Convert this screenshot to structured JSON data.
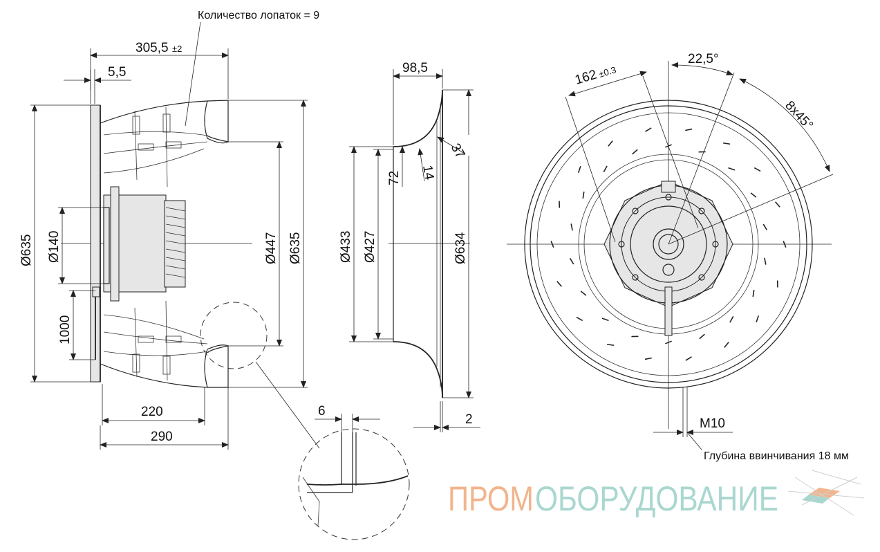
{
  "labels": {
    "blade_count": "Количество лопаток = 9",
    "screw_depth": "Глубина ввинчивания 18 мм"
  },
  "side_view": {
    "d_305": "305,5",
    "d_305_tol": "±2",
    "d_5": "5,5",
    "d_635_left": "Ø635",
    "d_140": "Ø140",
    "d_1000": "1000",
    "d_447": "Ø447",
    "d_635_right": "Ø635",
    "d_220": "220",
    "d_290": "290"
  },
  "nozzle_view": {
    "d_98": "98,5",
    "d_37": "37",
    "d_14": "14",
    "d_72": "72",
    "d_433": "Ø433",
    "d_427": "Ø427",
    "d_634": "Ø634",
    "d_2": "2"
  },
  "detail_view": {
    "d_6": "6"
  },
  "front_view": {
    "d_162": "162",
    "d_162_tol": "±0.3",
    "d_22": "22,5°",
    "d_8x45": "8x45°",
    "d_m10": "M10"
  },
  "logo": {
    "part1": "ПРОМ",
    "part2": "ОБОРУДОВАНИЕ"
  },
  "colors": {
    "logo_primary": "#f2b48c",
    "logo_secondary": "#a9d7d0"
  }
}
